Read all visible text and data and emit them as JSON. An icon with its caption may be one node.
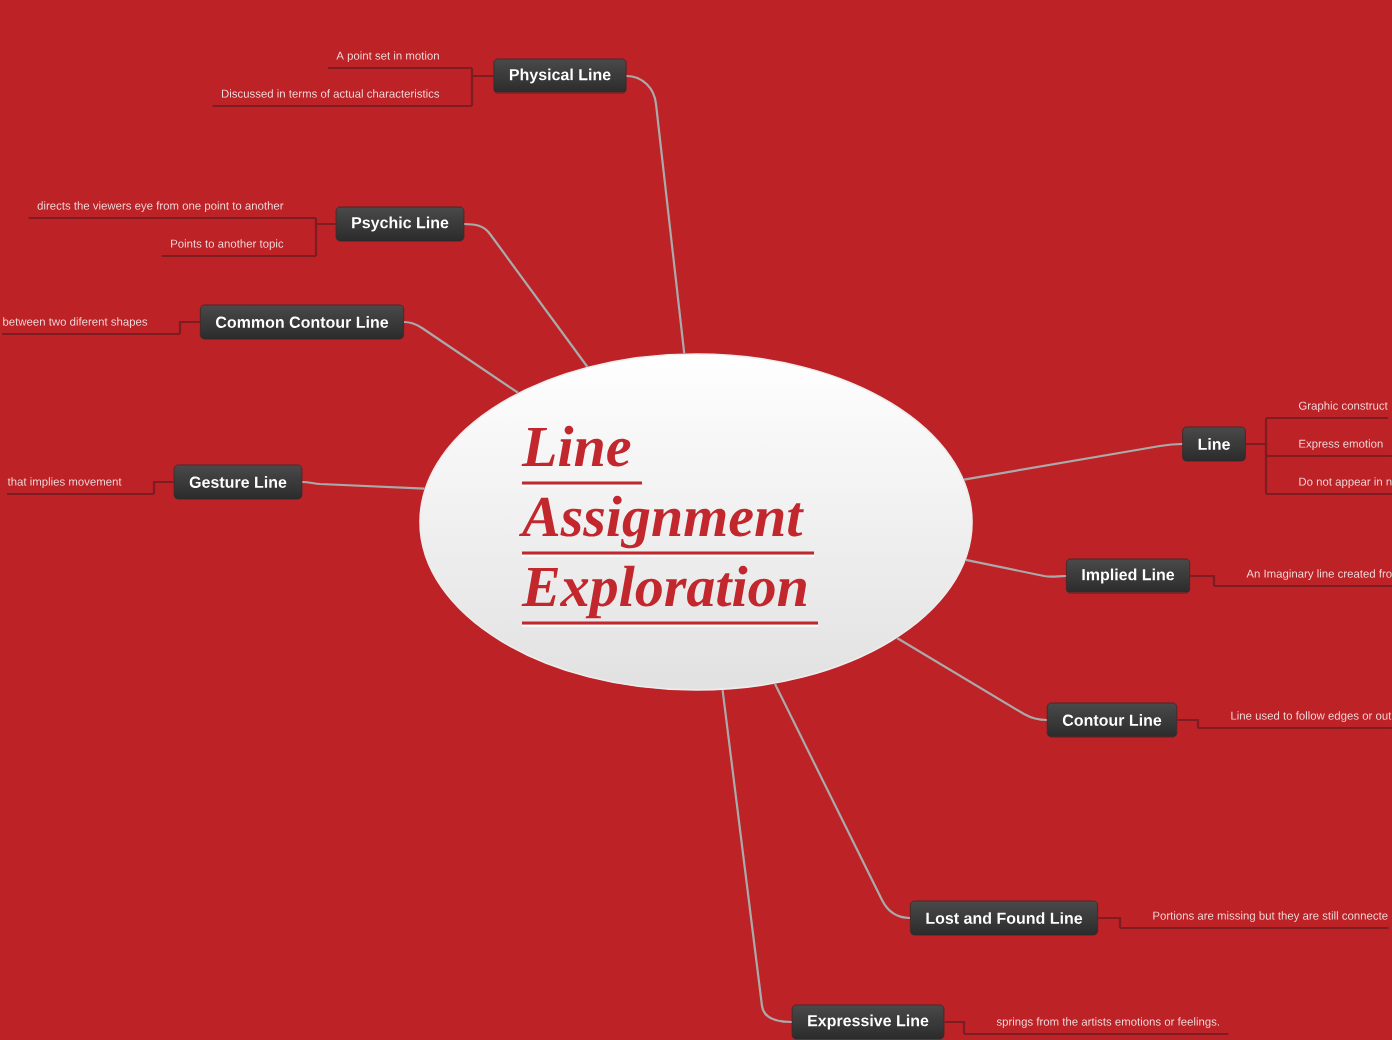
{
  "diagram": {
    "nodes": [
      {
        "text": [
          "Line Assignment Exploration"
        ]
      },
      {
        "text": [
          "Physical Line"
        ]
      },
      {
        "text": [
          "A point set in motion"
        ]
      },
      {
        "text": [
          "Discussed in terms of actual characteristics"
        ]
      },
      {
        "text": [
          "Psychic Line"
        ]
      },
      {
        "text": [
          "directs the viewers eye from one point to another"
        ]
      },
      {
        "text": [
          "Points to another topic"
        ]
      },
      {
        "text": [
          "Common Contour Line"
        ]
      },
      {
        "text": [
          "between two diferent shapes"
        ]
      },
      {
        "text": [
          "Gesture Line"
        ]
      },
      {
        "text": [
          "that implies movement"
        ]
      },
      {
        "text": [
          "Line"
        ]
      },
      {
        "text": [
          "Graphic construct"
        ]
      },
      {
        "text": [
          "Express emotion"
        ]
      },
      {
        "text": [
          "Do not appear in n"
        ]
      },
      {
        "text": [
          "Implied Line"
        ]
      },
      {
        "text": [
          "An Imaginary line created fro"
        ]
      },
      {
        "text": [
          "Contour Line"
        ]
      },
      {
        "text": [
          "Line used to follow edges or out"
        ]
      },
      {
        "text": [
          "Lost and Found Line"
        ]
      },
      {
        "text": [
          "Portions are missing but they are still connecte"
        ]
      },
      {
        "text": [
          "Expressive Line"
        ]
      },
      {
        "text": [
          "springs from the artists emotions or feelings."
        ]
      }
    ],
    "edges": [
      {
        "from": 0,
        "to": 1,
        "arrow": "none",
        "color": "#aaaaaa"
      },
      {
        "from": 1,
        "to": 2,
        "arrow": "none"
      },
      {
        "from": 1,
        "to": 3,
        "arrow": "none"
      },
      {
        "from": 0,
        "to": 4,
        "arrow": "none",
        "color": "#aaaaaa"
      },
      {
        "from": 4,
        "to": 5,
        "arrow": "none"
      },
      {
        "from": 4,
        "to": 6,
        "arrow": "none"
      },
      {
        "from": 0,
        "to": 7,
        "arrow": "none",
        "color": "#aaaaaa"
      },
      {
        "from": 7,
        "to": 8,
        "arrow": "none"
      },
      {
        "from": 0,
        "to": 9,
        "arrow": "none",
        "color": "#aaaaaa"
      },
      {
        "from": 9,
        "to": 10,
        "arrow": "none"
      },
      {
        "from": 0,
        "to": 11,
        "arrow": "none",
        "color": "#aaaaaa"
      },
      {
        "from": 11,
        "to": 12,
        "arrow": "none"
      },
      {
        "from": 11,
        "to": 13,
        "arrow": "none"
      },
      {
        "from": 11,
        "to": 14,
        "arrow": "none"
      },
      {
        "from": 0,
        "to": 15,
        "arrow": "none",
        "color": "#aaaaaa"
      },
      {
        "from": 15,
        "to": 16,
        "arrow": "none"
      },
      {
        "from": 0,
        "to": 17,
        "arrow": "none",
        "color": "#aaaaaa"
      },
      {
        "from": 17,
        "to": 18,
        "arrow": "none"
      },
      {
        "from": 0,
        "to": 19,
        "arrow": "none",
        "color": "#aaaaaa"
      },
      {
        "from": 19,
        "to": 20,
        "arrow": "none"
      },
      {
        "from": 0,
        "to": 21,
        "arrow": "none",
        "color": "#aaaaaa"
      },
      {
        "from": 21,
        "to": 22,
        "arrow": "none"
      }
    ]
  }
}
